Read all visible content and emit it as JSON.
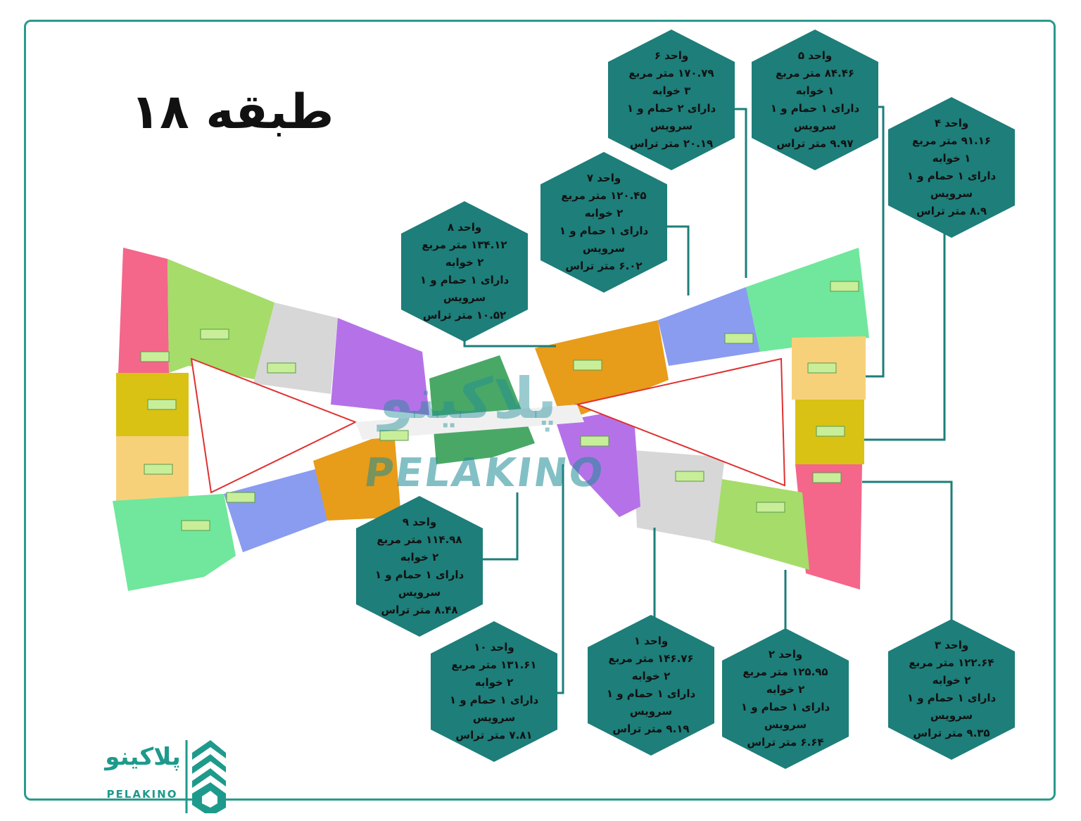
{
  "title": "طبقه ۱۸",
  "brand": {
    "fa": "پلاکینو",
    "en": "PELAKINO",
    "color": "#1e9a8c"
  },
  "watermark": {
    "fa": "پلاکینو",
    "en": "PELAKINO"
  },
  "colors": {
    "frame": "#2a9a8c",
    "hex_fill": "#1d7e7a",
    "connector": "#1d7e7a"
  },
  "units": [
    {
      "id": "unit-6",
      "lines": [
        "واحد ۶",
        "۱۷۰.۷۹ متر مربع",
        "۳ خوابه",
        "دارای ۲ حمام و ۱",
        "سرویس",
        "۲۰.۱۹ متر تراس"
      ]
    },
    {
      "id": "unit-5",
      "lines": [
        "واحد ۵",
        "۸۴.۴۶ متر مربع",
        "۱ خوابه",
        "دارای ۱ حمام و ۱",
        "سرویس",
        "۹.۹۷ متر تراس"
      ]
    },
    {
      "id": "unit-4",
      "lines": [
        "واحد ۴",
        "۹۱.۱۶ متر مربع",
        "۱ خوابه",
        "دارای ۱ حمام و ۱",
        "سرویس",
        "۸.۹ متر تراس"
      ]
    },
    {
      "id": "unit-7",
      "lines": [
        "واحد ۷",
        "۱۲۰.۴۵ متر مربع",
        "۲ خوابه",
        "دارای ۱ حمام و ۱",
        "سرویس",
        "۶.۰۲ متر تراس"
      ]
    },
    {
      "id": "unit-8",
      "lines": [
        "واحد ۸",
        "۱۳۴.۱۲ متر مربع",
        "۲ خوابه",
        "دارای ۱ حمام و ۱",
        "سرویس",
        "۱۰.۵۲ متر تراس"
      ]
    },
    {
      "id": "unit-9",
      "lines": [
        "واحد ۹",
        "۱۱۴.۹۸ متر مربع",
        "۲ خوابه",
        "دارای ۱ حمام و ۱",
        "سرویس",
        "۸.۴۸ متر تراس"
      ]
    },
    {
      "id": "unit-10",
      "lines": [
        "واحد ۱۰",
        "۱۳۱.۶۱ متر مربع",
        "۲ خوابه",
        "دارای ۱ حمام و ۱",
        "سرویس",
        "۷.۸۱ متر تراس"
      ]
    },
    {
      "id": "unit-1",
      "lines": [
        "واحد ۱",
        "۱۴۶.۷۶ متر مربع",
        "۲ خوابه",
        "دارای ۱ حمام و ۱",
        "سرویس",
        "۹.۱۹ متر تراس"
      ]
    },
    {
      "id": "unit-2",
      "lines": [
        "واحد ۲",
        "۱۲۵.۹۵ متر مربع",
        "۲ خوابه",
        "دارای ۱ حمام و ۱",
        "سرویس",
        "۶.۶۴ متر تراس"
      ]
    },
    {
      "id": "unit-3",
      "lines": [
        "واحد ۳",
        "۱۲۲.۶۴ متر مربع",
        "۲ خوابه",
        "دارای ۱ حمام و ۱",
        "سرویس",
        "۹.۳۵ متر تراس"
      ]
    }
  ]
}
